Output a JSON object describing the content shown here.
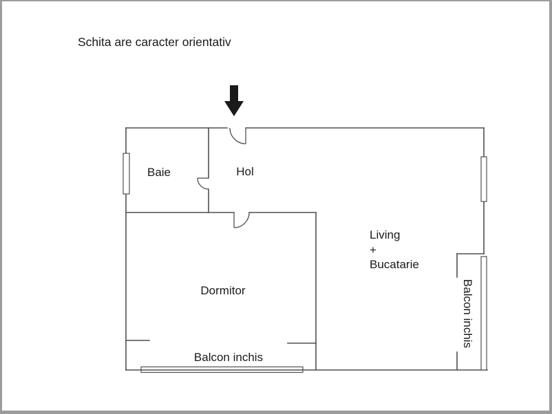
{
  "title": "Schita are caracter orientativ",
  "colors": {
    "background": "#ffffff",
    "border": "#9c9c9c",
    "wall": "#4f4f4f",
    "text": "#1a1a1a",
    "arrow": "#1a1a1a"
  },
  "floorplan": {
    "entrance_icon": "down-arrow",
    "rooms": [
      {
        "id": "baie",
        "label": "Baie"
      },
      {
        "id": "hol",
        "label": "Hol"
      },
      {
        "id": "dormitor",
        "label": "Dormitor"
      },
      {
        "id": "living-bucatarie",
        "lines": [
          "Living",
          "+",
          "Bucatarie"
        ]
      },
      {
        "id": "balcon-inchis-bottom",
        "label": "Balcon inchis"
      },
      {
        "id": "balcon-inchis-right",
        "label": "Balcon inchis"
      }
    ]
  }
}
